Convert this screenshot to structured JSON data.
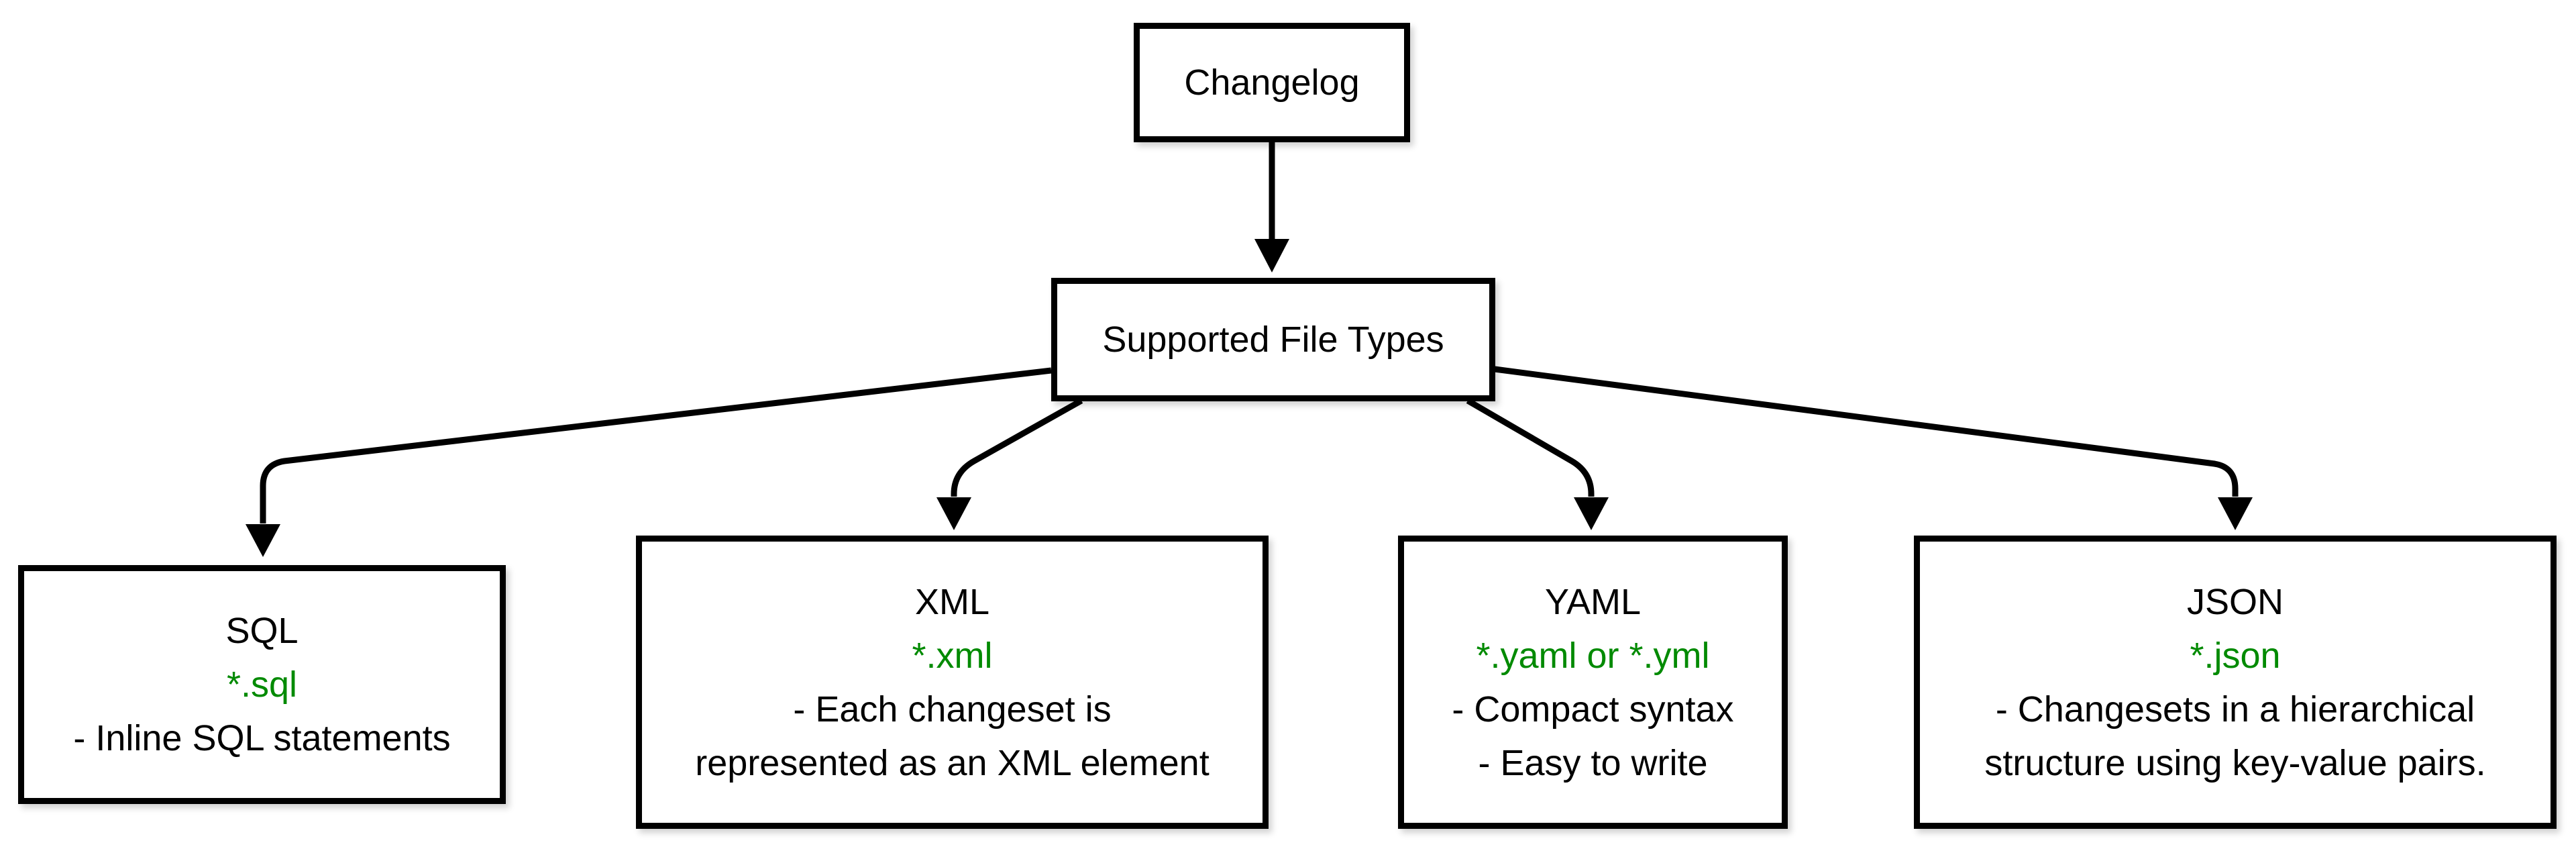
{
  "diagram": {
    "root_node": {
      "label": "Changelog"
    },
    "hub_node": {
      "label": "Supported File Types"
    },
    "file_types": [
      {
        "name": "SQL",
        "extension": "*.sql",
        "description_lines": [
          "- Inline SQL statements"
        ]
      },
      {
        "name": "XML",
        "extension": "*.xml",
        "description_lines": [
          "- Each changeset is",
          "represented as an XML element"
        ]
      },
      {
        "name": "YAML",
        "extension": "*.yaml or *.yml",
        "description_lines": [
          "- Compact syntax",
          "- Easy to write"
        ]
      },
      {
        "name": "JSON",
        "extension": "*.json",
        "description_lines": [
          "- Changesets in a hierarchical",
          "structure using key-value pairs."
        ]
      }
    ],
    "colors": {
      "stroke": "#000000",
      "text": "#000000",
      "extension_text": "#008a00",
      "background": "#ffffff"
    }
  }
}
